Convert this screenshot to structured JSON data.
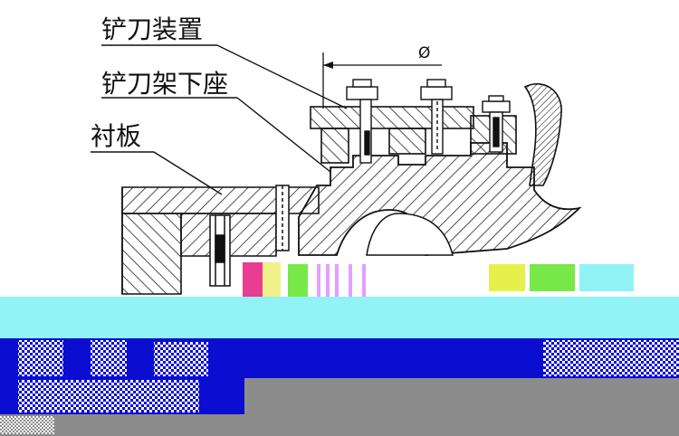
{
  "diagram": {
    "labels": {
      "shovel_blade_device": "铲刀装置",
      "shovel_blade_lower_seat": "铲刀架下座",
      "liner_plate": "衬板",
      "diameter_symbol": "Ø"
    }
  },
  "colors": {
    "line": "#111111",
    "hatch": "#222222",
    "cyan_band": "#91f3f5",
    "navy_band": "#0b0ed0",
    "gray_band": "#8c8c8c",
    "artifact_green": "#78e848",
    "artifact_magenta": "#e83d90",
    "artifact_yellow": "#e6f04a"
  }
}
